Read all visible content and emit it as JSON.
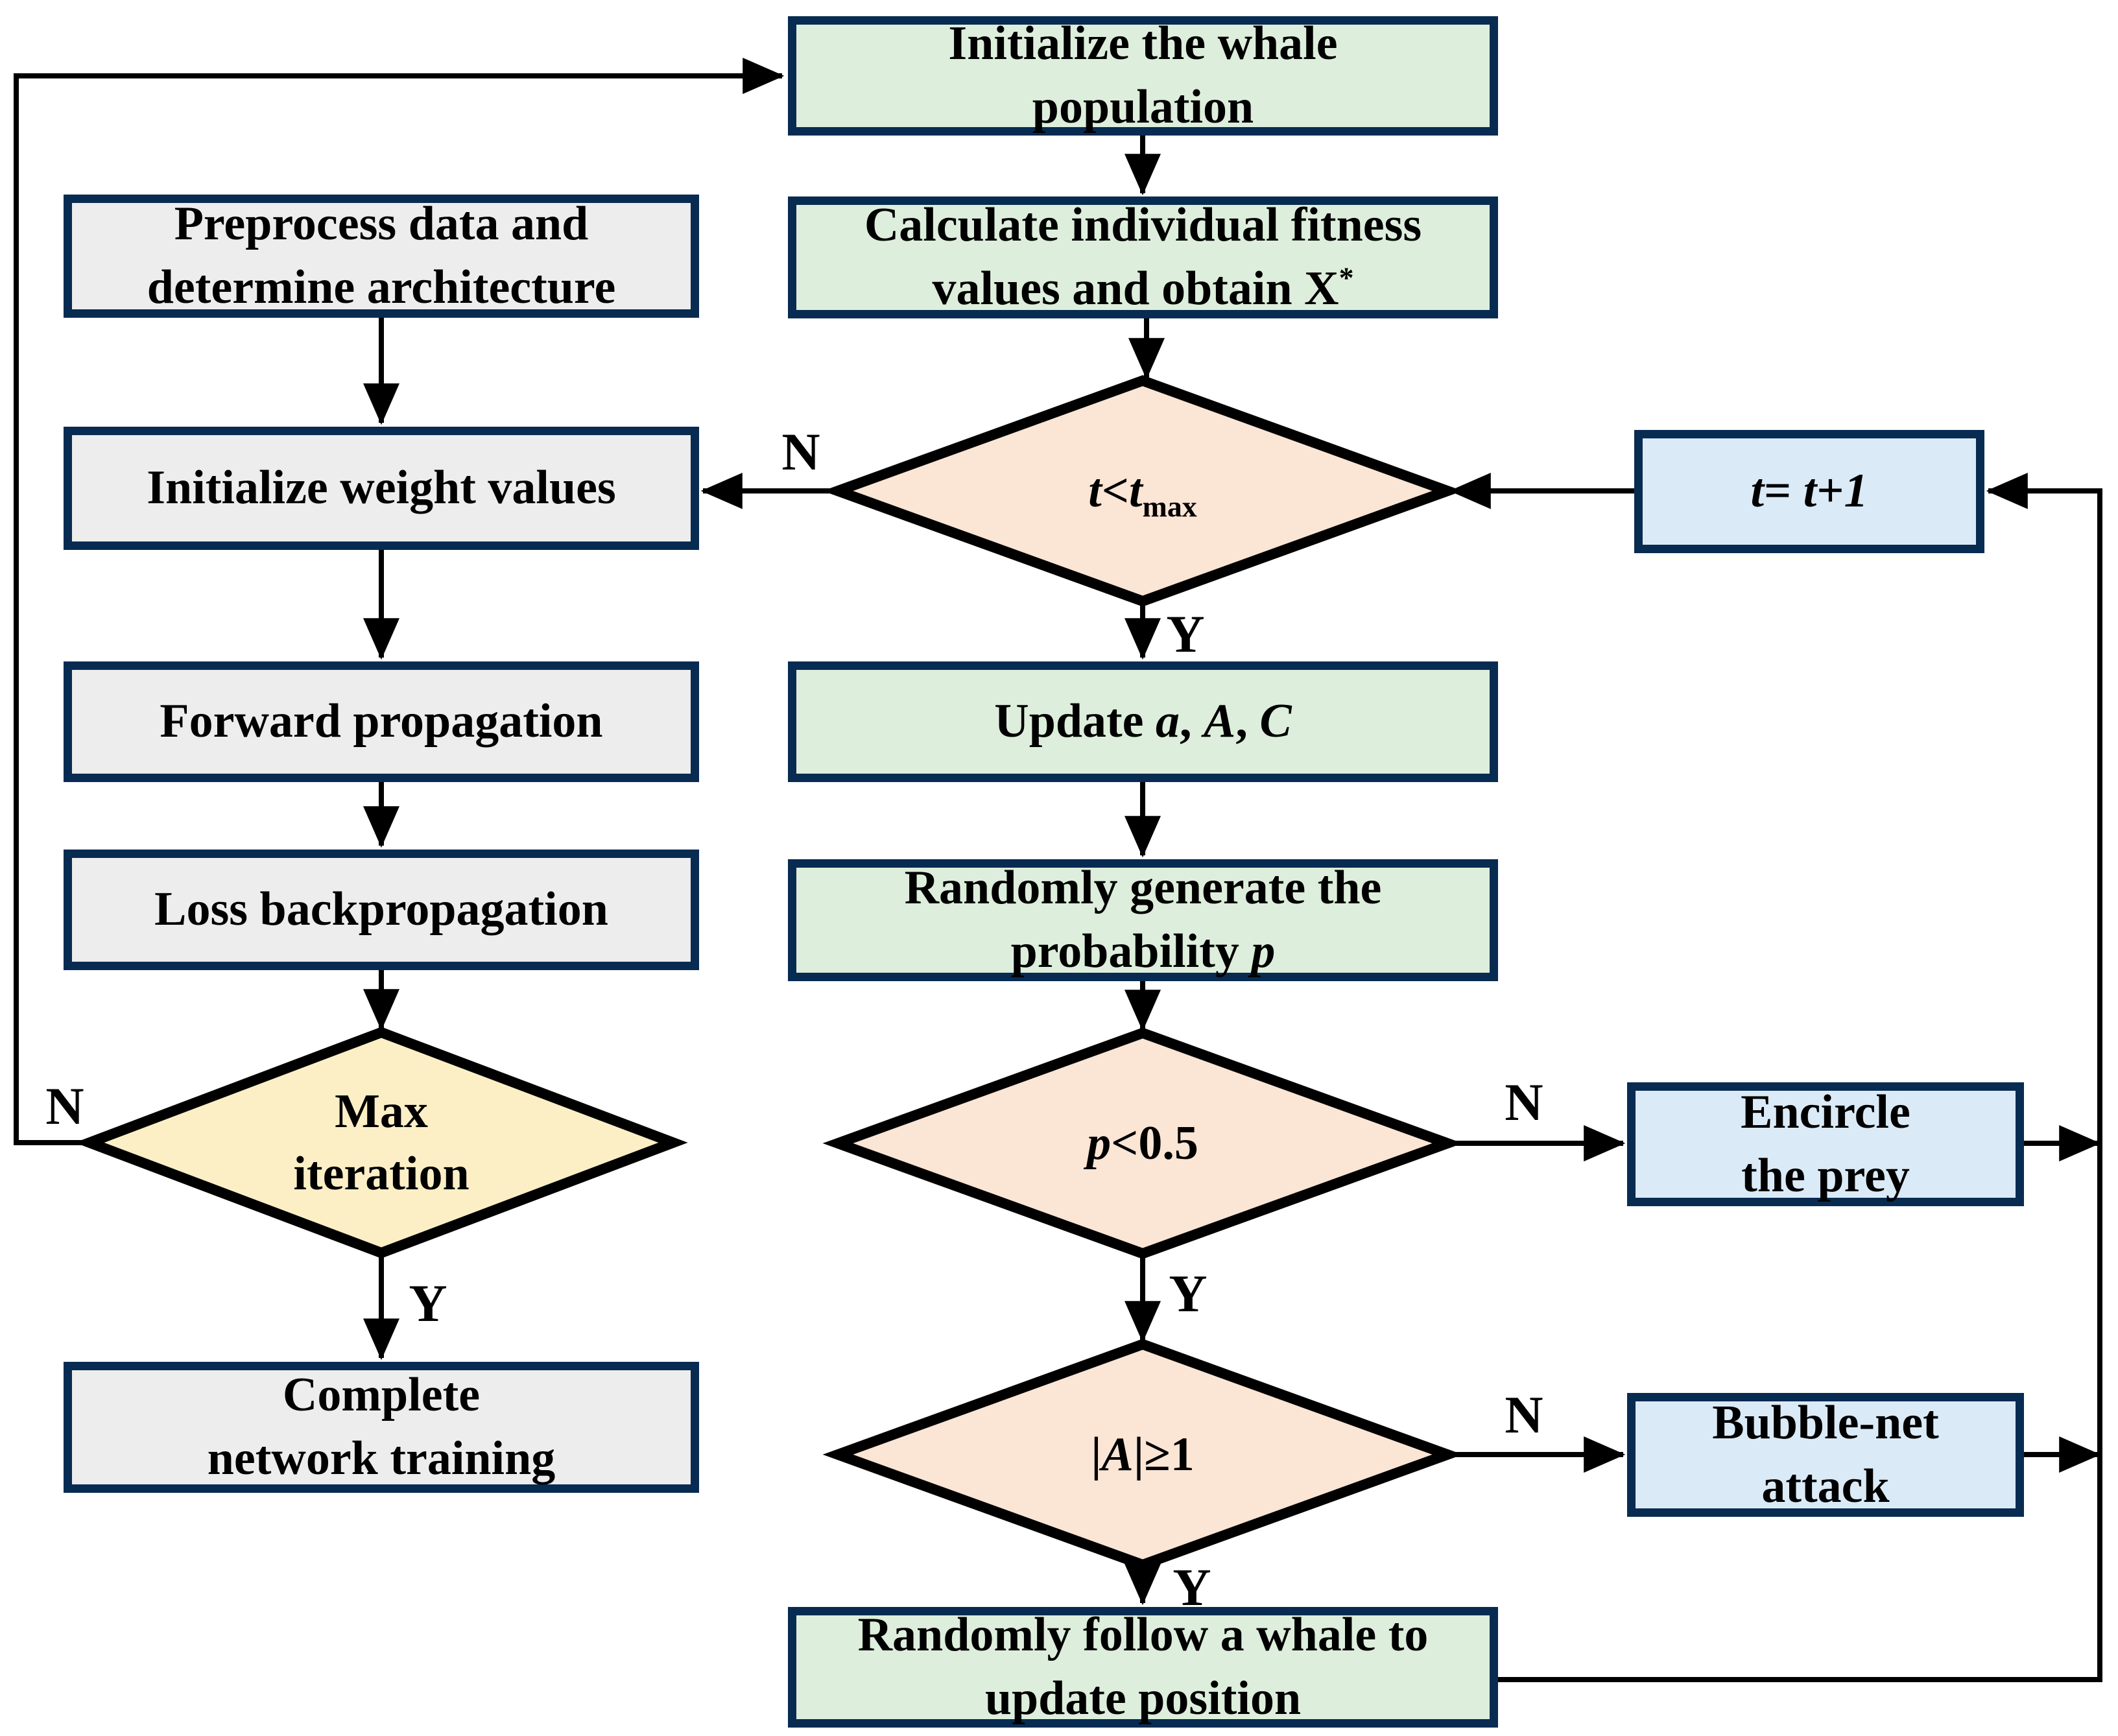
{
  "colors": {
    "node_border": "#082B52",
    "line": "#000000",
    "text": "#000000",
    "green_fill": "#DDEEDC",
    "gray_fill": "#EDEDED",
    "blue_fill": "#DAEAF6",
    "peach_fill": "#FBE5D5",
    "yellow_fill": "#FCEFC6"
  },
  "nodes": {
    "initialize_whale": {
      "label_html": "Initialize the whale<br>population"
    },
    "calculate_fitness": {
      "label_html": "Calculate individual fitness<br>values and obtain X<sup>*</sup>"
    },
    "t_lt_tmax": {
      "label_html": "<i>t</i>&lt;<i>t</i><sub>max</sub>"
    },
    "t_increment": {
      "label_html": "<i>t</i>= <i>t</i>+<i>1</i>"
    },
    "preprocess": {
      "label_html": "Preprocess data and<br>determine architecture"
    },
    "init_weights": {
      "label_html": "Initialize weight values"
    },
    "forward_prop": {
      "label_html": "Forward propagation"
    },
    "loss_backprop": {
      "label_html": "Loss backpropagation"
    },
    "max_iteration": {
      "label_html": "Max<br>iteration"
    },
    "complete_training": {
      "label_html": "Complete<br>network training"
    },
    "update_aAC": {
      "label_html": "Update <i>a</i>, <i>A</i>, <i>C</i>"
    },
    "random_probability": {
      "label_html": "Randomly generate the<br>probability <i>p</i>"
    },
    "p_lt_05": {
      "label_html": "<i>p</i>&lt;0.5"
    },
    "abs_A_ge_1": {
      "label_html": "|<i>A</i>|&#8805;1"
    },
    "random_follow": {
      "label_html": "Randomly follow a whale to<br>update position"
    },
    "encircle_prey": {
      "label_html": "Encircle<br>the prey"
    },
    "bubble_net": {
      "label_html": "Bubble-net<br>attack"
    }
  },
  "edge_labels": {
    "max_iteration_no": "N",
    "max_iteration_yes": "Y",
    "t_lt_tmax_no": "N",
    "t_lt_tmax_yes": "Y",
    "p_lt_05_no": "N",
    "p_lt_05_yes": "Y",
    "abs_A_ge_1_no": "N",
    "abs_A_ge_1_yes": "Y"
  }
}
